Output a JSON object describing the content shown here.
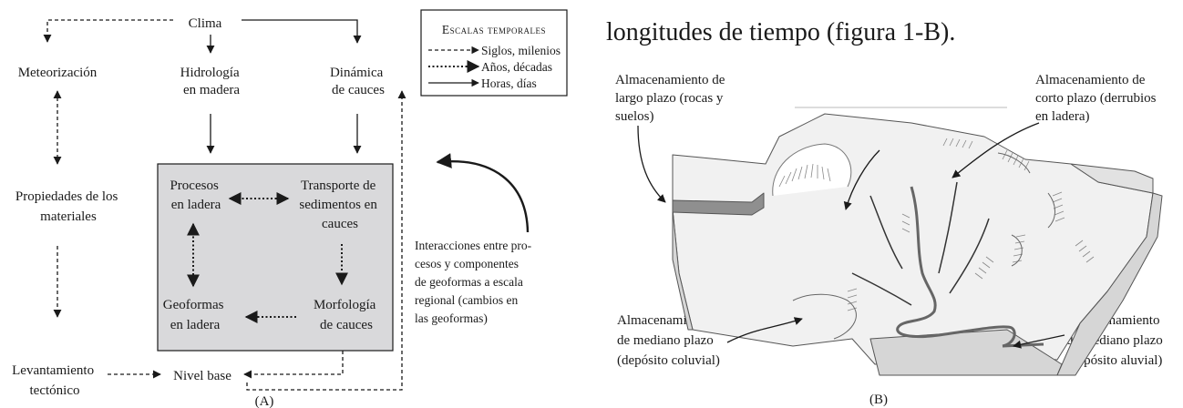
{
  "panel_a": {
    "clima": "Clima",
    "meteorizacion": "Meteorización",
    "hidrologia": [
      "Hidrología",
      "en madera"
    ],
    "dinamica": [
      "Dinámica",
      "de cauces"
    ],
    "propiedades": [
      "Propiedades de los",
      "materiales"
    ],
    "levantamiento": [
      "Levantamiento",
      "tectónico"
    ],
    "nivel_base": "Nivel base",
    "procesos_ladera": [
      "Procesos",
      "en ladera"
    ],
    "transporte": [
      "Transporte de",
      "sedimentos en",
      "cauces"
    ],
    "geoformas": [
      "Geoformas",
      "en ladera"
    ],
    "morfologia": [
      "Morfología",
      "de cauces"
    ],
    "interacciones": [
      "Interacciones entre pro-",
      "cesos y componentes",
      "de geoformas a escala",
      "regional (cambios en",
      "las geoformas)"
    ],
    "caption": "(A)",
    "legend": {
      "title": "Escalas temporales",
      "items": [
        {
          "label": "Siglos, milenios",
          "style": "dashed"
        },
        {
          "label": "Años, décadas",
          "style": "dotted"
        },
        {
          "label": "Horas, días",
          "style": "solid"
        }
      ]
    }
  },
  "panel_b": {
    "heading": "longitudes de tiempo (figura 1-B).",
    "largo_plazo": [
      "Almacenamiento de",
      "largo plazo (rocas y",
      "suelos)"
    ],
    "corto_plazo": [
      "Almacenamiento de",
      "corto plazo (derrubios",
      "en ladera)"
    ],
    "mediano_coluvial": [
      "Almacenamiento",
      "de mediano plazo",
      "(depósito coluvial)"
    ],
    "mediano_aluvial": [
      "Almacenamiento",
      "de mediano plazo",
      "(depósito aluvial)"
    ],
    "caption": "(B)"
  },
  "colors": {
    "box_fill": "#d9d9db",
    "ink": "#1a1a1a",
    "terrain_light": "#f1f1f1",
    "terrain_mid": "#d6d6d6",
    "terrain_dark": "#8f8f8f"
  }
}
